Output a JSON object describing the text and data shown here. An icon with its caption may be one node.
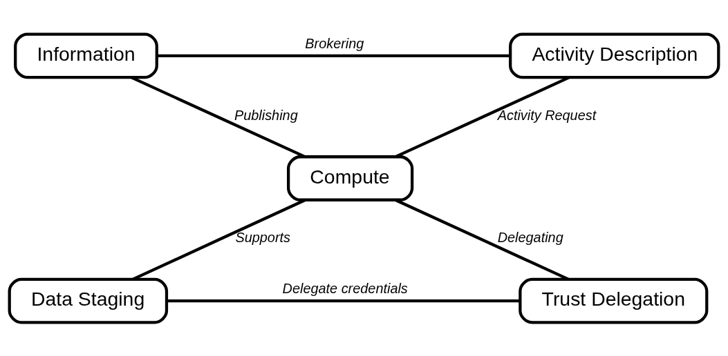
{
  "diagram": {
    "nodes": [
      {
        "text": [
          "Information"
        ]
      },
      {
        "text": [
          "Activity Description"
        ]
      },
      {
        "text": [
          "Compute"
        ]
      },
      {
        "text": [
          "Data Staging"
        ]
      },
      {
        "text": [
          "Trust Delegation"
        ]
      }
    ],
    "edges": [
      {
        "from": 0,
        "to": 1,
        "arrow": "none",
        "label": "Brokering"
      },
      {
        "from": 0,
        "to": 2,
        "arrow": "none",
        "label": "Publishing"
      },
      {
        "from": 1,
        "to": 2,
        "arrow": "none",
        "label": "Activity Request"
      },
      {
        "from": 2,
        "to": 3,
        "arrow": "none",
        "label": "Supports"
      },
      {
        "from": 2,
        "to": 4,
        "arrow": "none",
        "label": "Delegating"
      },
      {
        "from": 3,
        "to": 4,
        "arrow": "none",
        "label": "Delegate credentials"
      }
    ]
  }
}
